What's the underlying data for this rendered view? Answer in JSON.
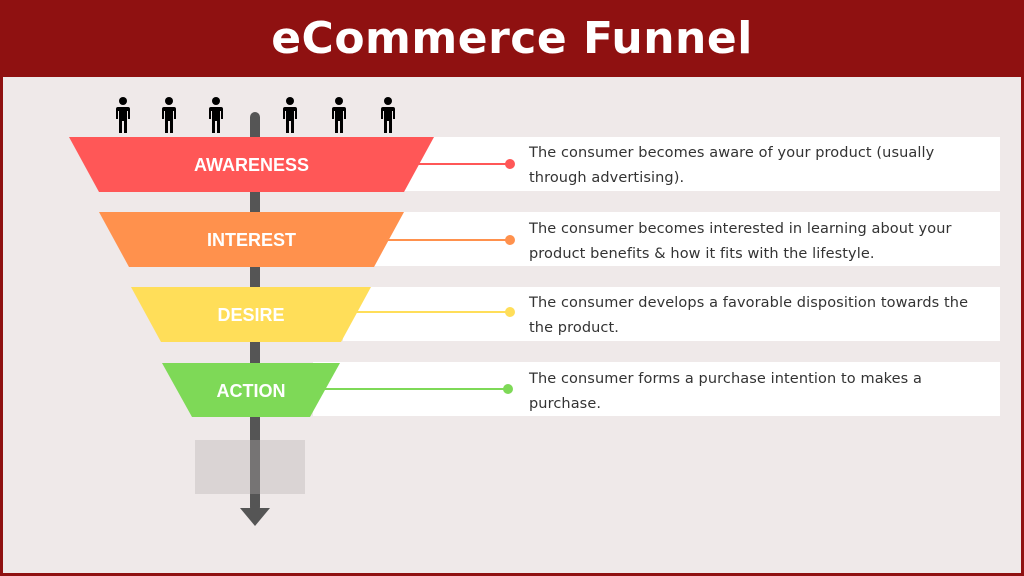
{
  "title": "eCommerce Funnel",
  "colors": {
    "header_bg": "#8F1111",
    "canvas_bg": "#EFE9E9",
    "stem": "#555555",
    "awareness": "#FF5757",
    "interest": "#FF914D",
    "desire": "#FFDE59",
    "action": "#7ED957"
  },
  "icons": {
    "people": [
      "person-icon",
      "person-icon",
      "person-icon",
      "person-icon",
      "person-icon",
      "person-icon"
    ],
    "arrow": "arrow-down-icon"
  },
  "stages": [
    {
      "label": "AWARENESS",
      "color": "#FF5757",
      "description_line1": "The consumer becomes aware of your product (usually",
      "description_line2": "through advertising)."
    },
    {
      "label": "INTEREST",
      "color": "#FF914D",
      "description_line1": "The consumer becomes interested in learning about your",
      "description_line2": "product benefits & how it fits with the lifestyle."
    },
    {
      "label": "DESIRE",
      "color": "#FFDE59",
      "description_line1": "The consumer develops a favorable disposition towards the",
      "description_line2": "the product."
    },
    {
      "label": "ACTION",
      "color": "#7ED957",
      "description_line1": "The consumer forms a purchase intention to makes a",
      "description_line2": "purchase."
    }
  ]
}
